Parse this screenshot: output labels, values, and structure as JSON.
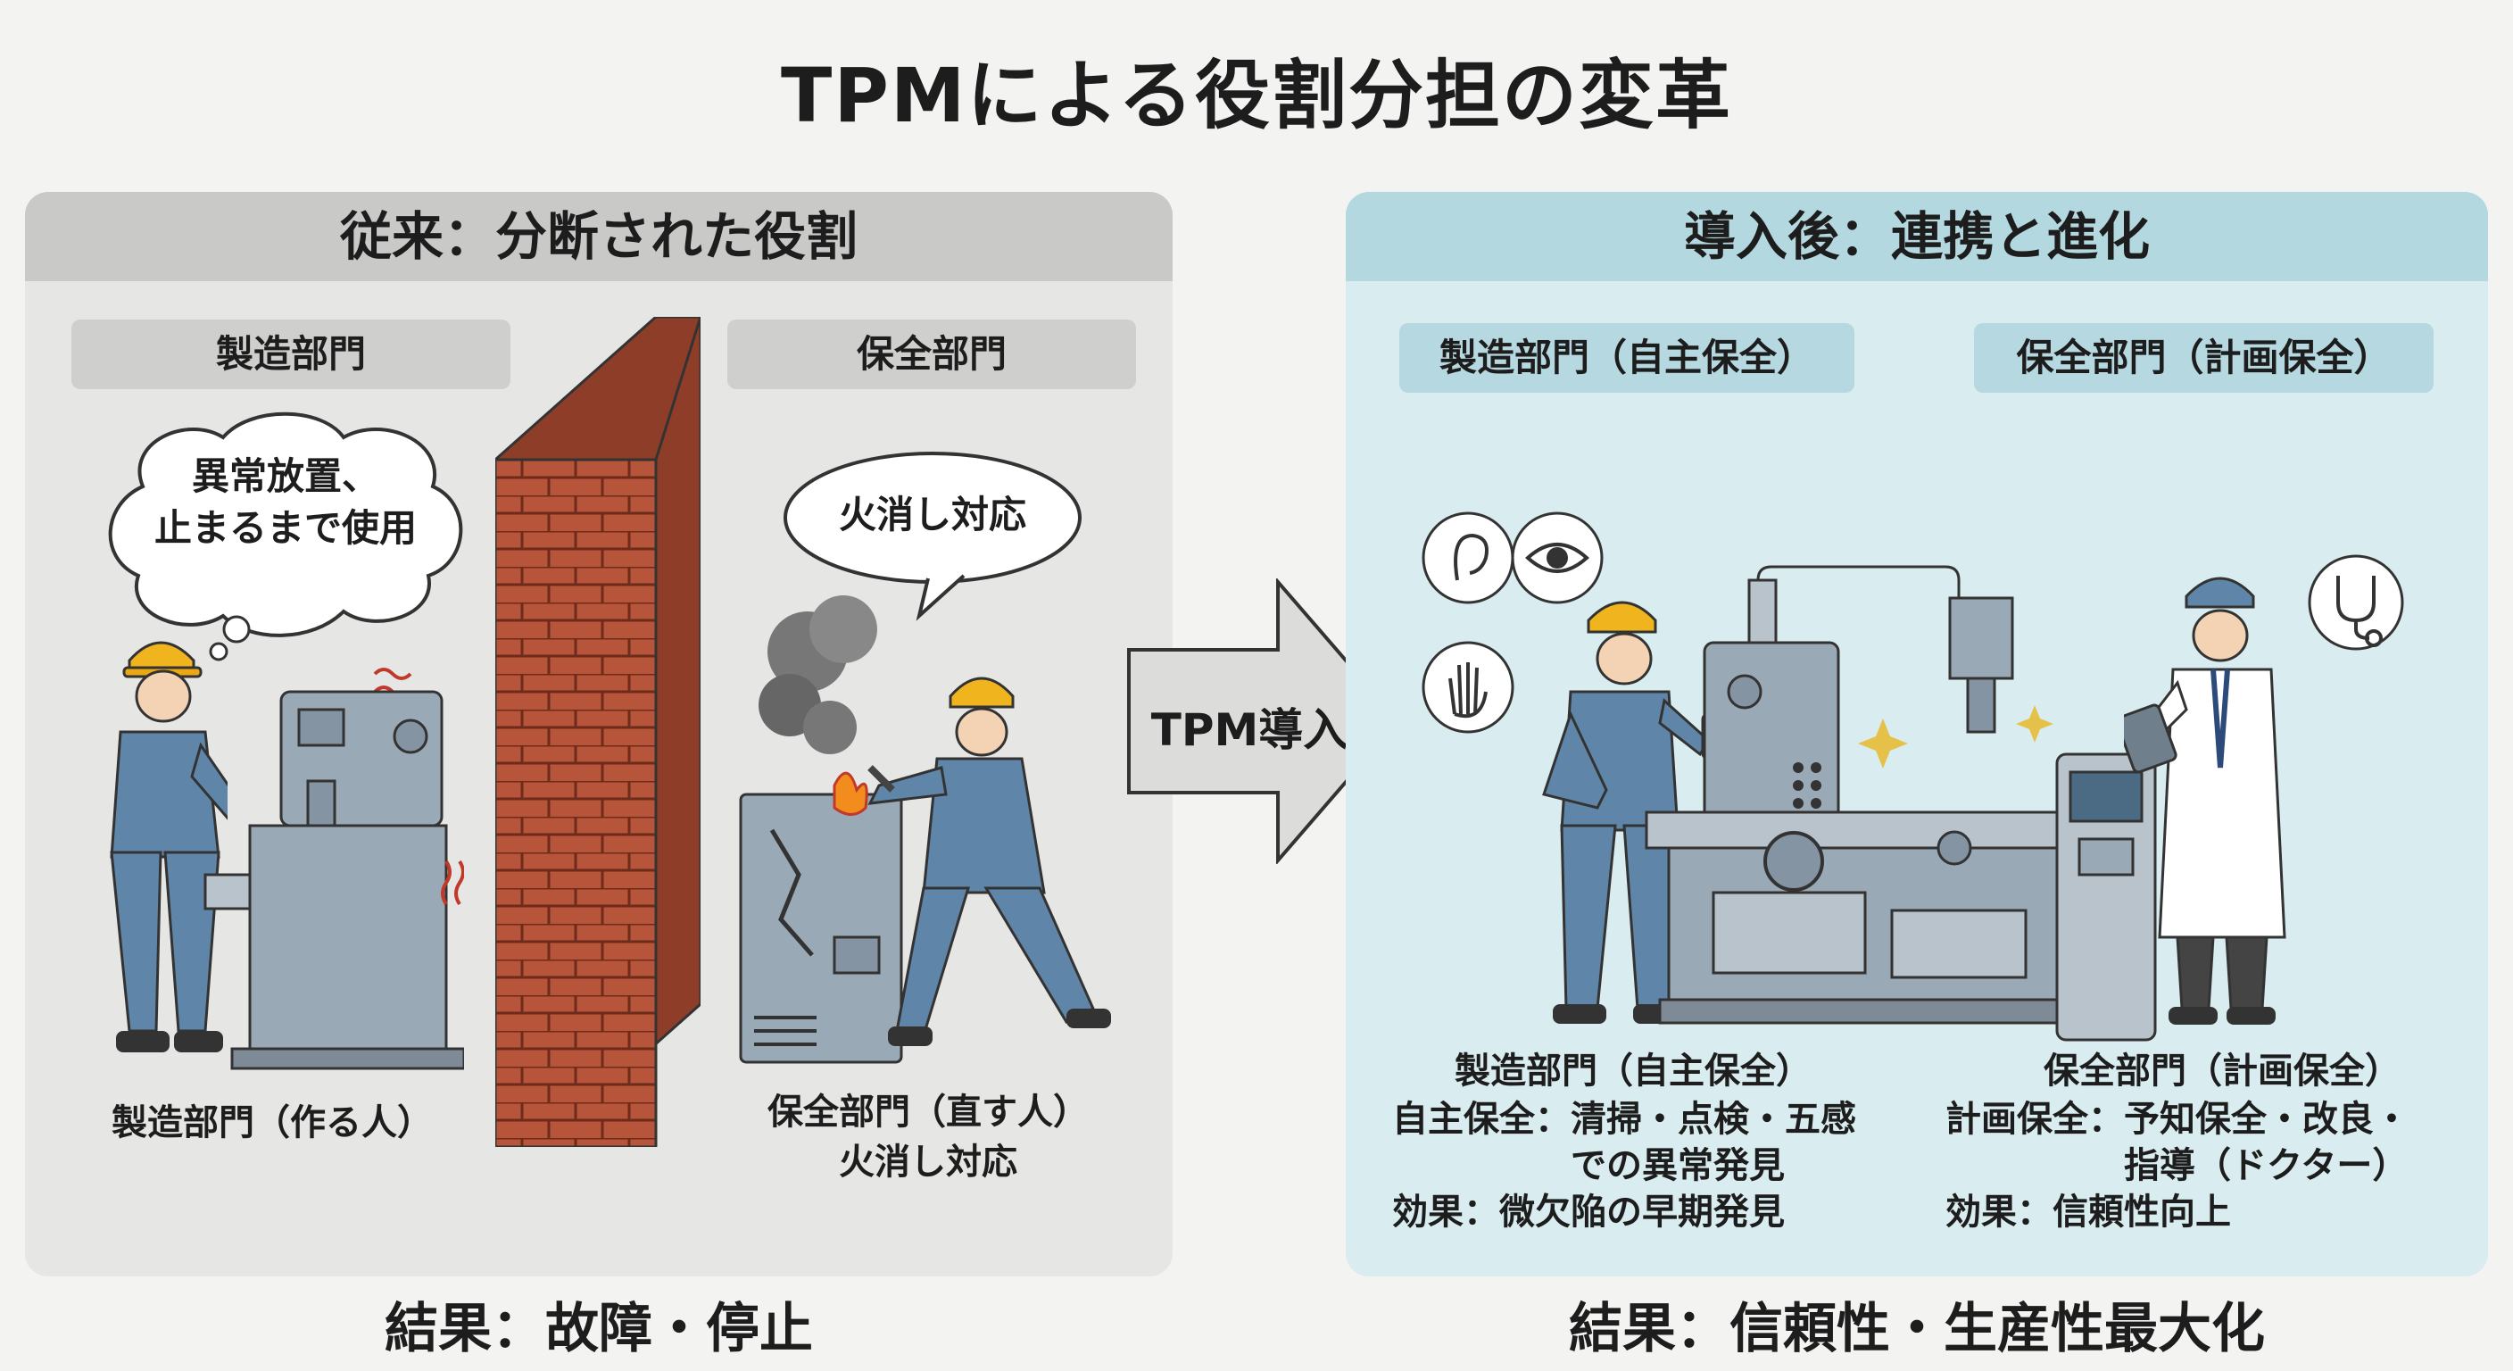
{
  "title": "TPMによる役割分担の変革",
  "left_panel": {
    "header": "従来：分断された役割",
    "tag_production": "製造部門",
    "tag_maintenance": "保全部門",
    "thought_bubble": [
      "異常放置、",
      "止まるまで使用"
    ],
    "speech_bubble": "火消し対応",
    "caption_production": "製造部門（作る人）",
    "caption_maintenance": [
      "保全部門（直す人）",
      "火消し対応"
    ],
    "result": "結果：故障・停止"
  },
  "arrow": {
    "label": "TPM導入"
  },
  "right_panel": {
    "header": "導入後：連携と進化",
    "tag_production": "製造部門（自主保全）",
    "tag_maintenance": "保全部門（計画保全）",
    "production": {
      "title": "製造部門（自主保全）",
      "lines": [
        "自主保全：清掃・点検・五感",
        "での異常発見",
        "効果：微欠陥の早期発見"
      ]
    },
    "maintenance": {
      "title": "保全部門（計画保全）",
      "lines": [
        "計画保全：予知保全・改良・",
        "指導（ドクター）",
        "効果：信頼性向上"
      ]
    },
    "result": "結果：信頼性・生産性最大化"
  },
  "colors": {
    "left_bg": "#e6e7e5",
    "right_bg": "#d9ecef",
    "uniform": "#5f86a8",
    "helmet": "#f0b41e",
    "brick": "#b6553a",
    "machine": "#9aa9b6"
  },
  "icons": [
    "eye-icon",
    "ear-icon",
    "hand-icon",
    "stethoscope-icon",
    "sparkle-icon",
    "smoke-icon",
    "fire-icon",
    "wrench-icon",
    "oil-drop-icon"
  ]
}
